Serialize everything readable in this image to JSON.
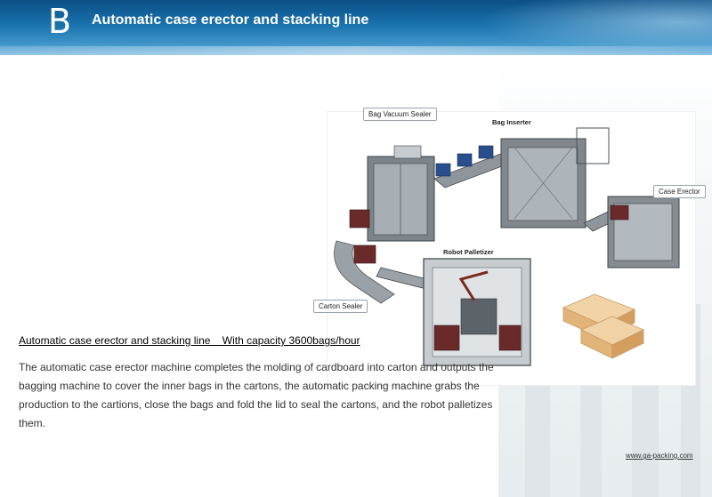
{
  "header": {
    "section_letter": "B",
    "title": "Automatic case erector and stacking line"
  },
  "figure": {
    "labels": {
      "bag_vacuum_sealer": "Bag Vacuum Sealer",
      "bag_inserter": "Bag Inserter",
      "case_erector": "Case Erector",
      "robot_palletizer": "Robot Palletizer",
      "carton_sealer": "Carton Sealer"
    }
  },
  "content": {
    "subheading": "Automatic case erector and stacking line    With capacity 3600bags/hour",
    "paragraph": "The automatic case erector machine completes the molding of cardboard into carton and outputs the bagging machine to cover the inner bags in the cartons, the automatic packing machine grabs the production to the cartions, close the bags and fold the lid to seal the cartons, and the robot palletizes them."
  },
  "footer": {
    "website": "www.ga-packing.com"
  }
}
